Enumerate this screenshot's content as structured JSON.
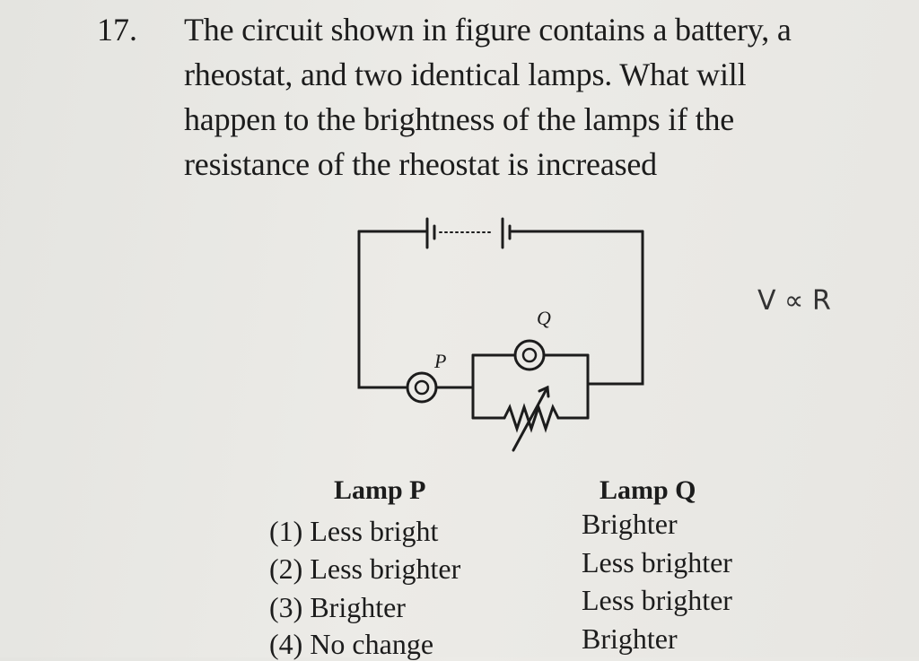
{
  "question": {
    "number": "17.",
    "lines": [
      "The circuit shown in figure contains a battery, a",
      "rheostat, and two identical lamps. What will",
      "happen to the brightness of the lamps if the",
      "resistance of the rheostat is increased"
    ]
  },
  "circuit": {
    "lamp_p_label": "P",
    "lamp_q_label": "Q"
  },
  "handwritten_note": "V ∝ R",
  "table": {
    "header_p": "Lamp P",
    "header_q": "Lamp Q",
    "options": [
      {
        "label": "(1) Less bright",
        "q": "Brighter"
      },
      {
        "label": "(2) Less brighter",
        "q": "Less brighter"
      },
      {
        "label": "(3) Brighter",
        "q": "Less brighter"
      },
      {
        "label": "(4) No change",
        "q": "Brighter"
      }
    ]
  }
}
